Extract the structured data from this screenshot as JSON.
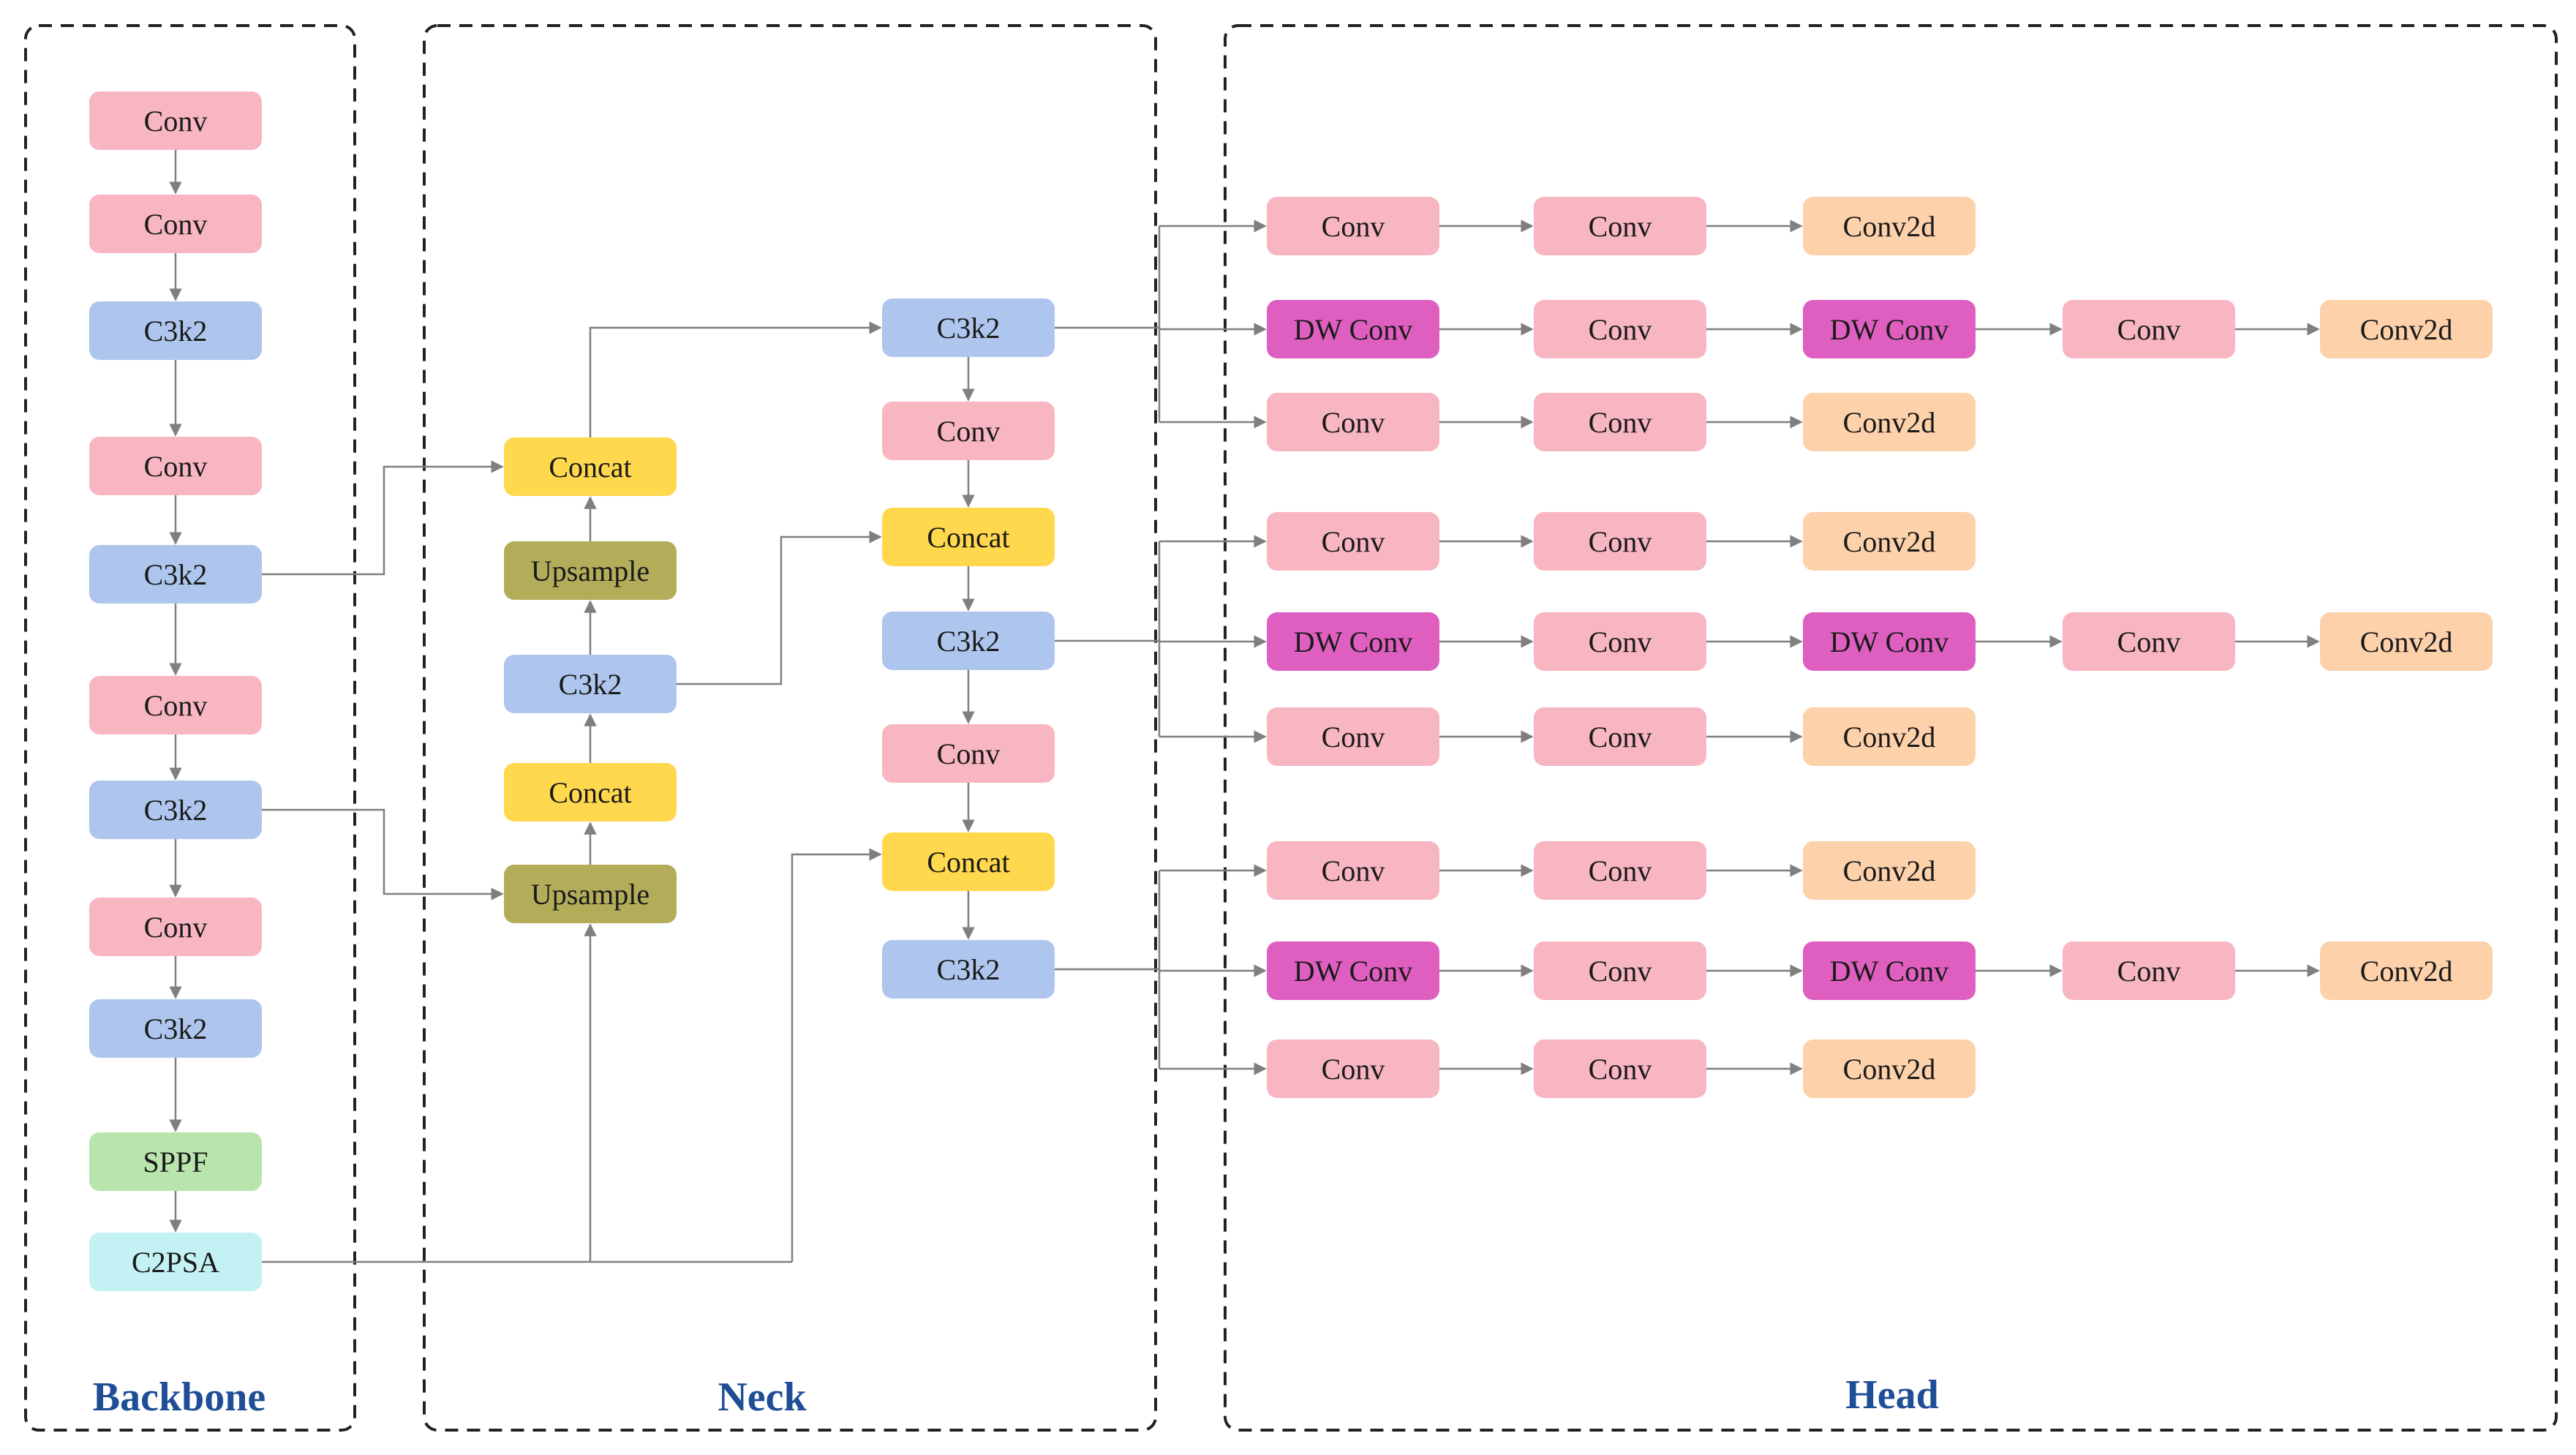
{
  "colors": {
    "conv": "#f8b5c2",
    "c3k2": "#aec6ee",
    "concat": "#ffd84d",
    "upsample": "#b3ad5a",
    "sppf": "#b9e5ad",
    "c2psa": "#c4f1f3",
    "dwconv": "#df5fc1",
    "conv2d": "#fdd1aa",
    "section_label": "#1f4e96",
    "edge": "#7f7f7f"
  },
  "sections": {
    "backbone": "Backbone",
    "neck": "Neck",
    "head": "Head"
  },
  "backbone": [
    {
      "id": "b0",
      "label": "Conv",
      "kind": "conv"
    },
    {
      "id": "b1",
      "label": "Conv",
      "kind": "conv"
    },
    {
      "id": "b2",
      "label": "C3k2",
      "kind": "c3k2"
    },
    {
      "id": "b3",
      "label": "Conv",
      "kind": "conv"
    },
    {
      "id": "b4",
      "label": "C3k2",
      "kind": "c3k2"
    },
    {
      "id": "b5",
      "label": "Conv",
      "kind": "conv"
    },
    {
      "id": "b6",
      "label": "C3k2",
      "kind": "c3k2"
    },
    {
      "id": "b7",
      "label": "Conv",
      "kind": "conv"
    },
    {
      "id": "b8",
      "label": "C3k2",
      "kind": "c3k2"
    },
    {
      "id": "b9",
      "label": "SPPF",
      "kind": "sppf"
    },
    {
      "id": "b10",
      "label": "C2PSA",
      "kind": "c2psa"
    }
  ],
  "neck_left": [
    {
      "id": "n0",
      "label": "Concat",
      "kind": "concat"
    },
    {
      "id": "n1",
      "label": "Upsample",
      "kind": "upsample"
    },
    {
      "id": "n2",
      "label": "C3k2",
      "kind": "c3k2"
    },
    {
      "id": "n3",
      "label": "Concat",
      "kind": "concat"
    },
    {
      "id": "n4",
      "label": "Upsample",
      "kind": "upsample"
    }
  ],
  "neck_right": [
    {
      "id": "m0",
      "label": "C3k2",
      "kind": "c3k2"
    },
    {
      "id": "m1",
      "label": "Conv",
      "kind": "conv"
    },
    {
      "id": "m2",
      "label": "Concat",
      "kind": "concat"
    },
    {
      "id": "m3",
      "label": "C3k2",
      "kind": "c3k2"
    },
    {
      "id": "m4",
      "label": "Conv",
      "kind": "conv"
    },
    {
      "id": "m5",
      "label": "Concat",
      "kind": "concat"
    },
    {
      "id": "m6",
      "label": "C3k2",
      "kind": "c3k2"
    }
  ],
  "head_groups": [
    {
      "source": "m0",
      "rows": [
        [
          {
            "label": "Conv",
            "kind": "conv"
          },
          {
            "label": "Conv",
            "kind": "conv"
          },
          {
            "label": "Conv2d",
            "kind": "conv2d"
          }
        ],
        [
          {
            "label": "DW Conv",
            "kind": "dwconv"
          },
          {
            "label": "Conv",
            "kind": "conv"
          },
          {
            "label": "DW Conv",
            "kind": "dwconv"
          },
          {
            "label": "Conv",
            "kind": "conv"
          },
          {
            "label": "Conv2d",
            "kind": "conv2d"
          }
        ],
        [
          {
            "label": "Conv",
            "kind": "conv"
          },
          {
            "label": "Conv",
            "kind": "conv"
          },
          {
            "label": "Conv2d",
            "kind": "conv2d"
          }
        ]
      ]
    },
    {
      "source": "m3",
      "rows": [
        [
          {
            "label": "Conv",
            "kind": "conv"
          },
          {
            "label": "Conv",
            "kind": "conv"
          },
          {
            "label": "Conv2d",
            "kind": "conv2d"
          }
        ],
        [
          {
            "label": "DW Conv",
            "kind": "dwconv"
          },
          {
            "label": "Conv",
            "kind": "conv"
          },
          {
            "label": "DW Conv",
            "kind": "dwconv"
          },
          {
            "label": "Conv",
            "kind": "conv"
          },
          {
            "label": "Conv2d",
            "kind": "conv2d"
          }
        ],
        [
          {
            "label": "Conv",
            "kind": "conv"
          },
          {
            "label": "Conv",
            "kind": "conv"
          },
          {
            "label": "Conv2d",
            "kind": "conv2d"
          }
        ]
      ]
    },
    {
      "source": "m6",
      "rows": [
        [
          {
            "label": "Conv",
            "kind": "conv"
          },
          {
            "label": "Conv",
            "kind": "conv"
          },
          {
            "label": "Conv2d",
            "kind": "conv2d"
          }
        ],
        [
          {
            "label": "DW Conv",
            "kind": "dwconv"
          },
          {
            "label": "Conv",
            "kind": "conv"
          },
          {
            "label": "DW Conv",
            "kind": "dwconv"
          },
          {
            "label": "Conv",
            "kind": "conv"
          },
          {
            "label": "Conv2d",
            "kind": "conv2d"
          }
        ],
        [
          {
            "label": "Conv",
            "kind": "conv"
          },
          {
            "label": "Conv",
            "kind": "conv"
          },
          {
            "label": "Conv2d",
            "kind": "conv2d"
          }
        ]
      ]
    }
  ]
}
